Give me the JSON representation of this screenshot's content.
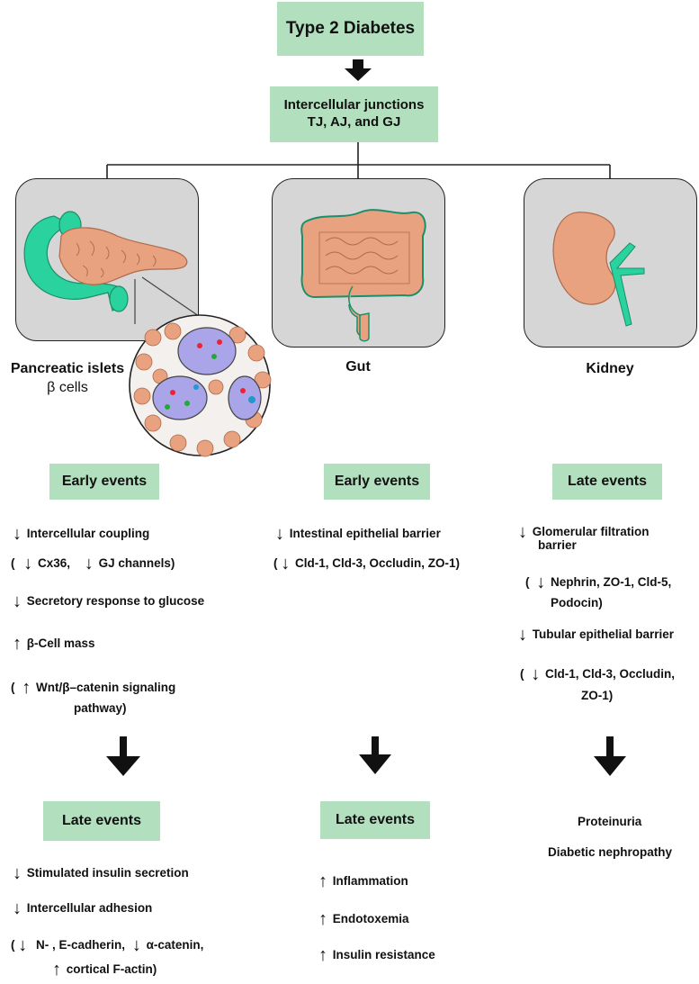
{
  "top": {
    "title": "Type 2 Diabetes",
    "junctions_line1": "Intercellular junctions",
    "junctions_line2": "TJ, AJ, and GJ"
  },
  "organs": {
    "pancreas": {
      "label_line1": "Pancreatic islets",
      "label_line2": "β cells"
    },
    "gut": {
      "label": "Gut"
    },
    "kidney": {
      "label": "Kidney"
    }
  },
  "pancreas": {
    "early_title": "Early events",
    "early": [
      "Intercellular coupling",
      "Cx36,",
      "GJ channels)",
      "Secretory response to glucose",
      "β-Cell mass",
      "Wnt/β–catenin signaling",
      "pathway)"
    ],
    "late_title": "Late events",
    "late": [
      "Stimulated insulin secretion",
      "Intercellular adhesion",
      "N- , E-cadherin,",
      "α-catenin,",
      "cortical F-actin)"
    ]
  },
  "gut": {
    "early_title": "Early events",
    "early": [
      "Intestinal epithelial barrier",
      "Cld-1, Cld-3, Occludin, ZO-1)"
    ],
    "late_title": "Late events",
    "late": [
      "Inflammation",
      "Endotoxemia",
      "Insulin resistance"
    ]
  },
  "kidney": {
    "late_title": "Late events",
    "events": [
      "Glomerular filtration",
      "barrier",
      "Nephrin, ZO-1, Cld-5,",
      "Podocin)",
      "Tubular epithelial barrier",
      "Cld-1, Cld-3, Occludin,",
      "ZO-1)"
    ],
    "outcomes": [
      "Proteinuria",
      "Diabetic nephropathy"
    ]
  },
  "symbols": {
    "down": "↓",
    "up": "↑",
    "open_paren": "("
  },
  "colors": {
    "box_fill": "#b2dfbd",
    "organ_panel": "#d6d6d6",
    "tissue": "#e8a27f",
    "green_tissue": "#2ad39e",
    "islet": "#a9a5e8"
  }
}
